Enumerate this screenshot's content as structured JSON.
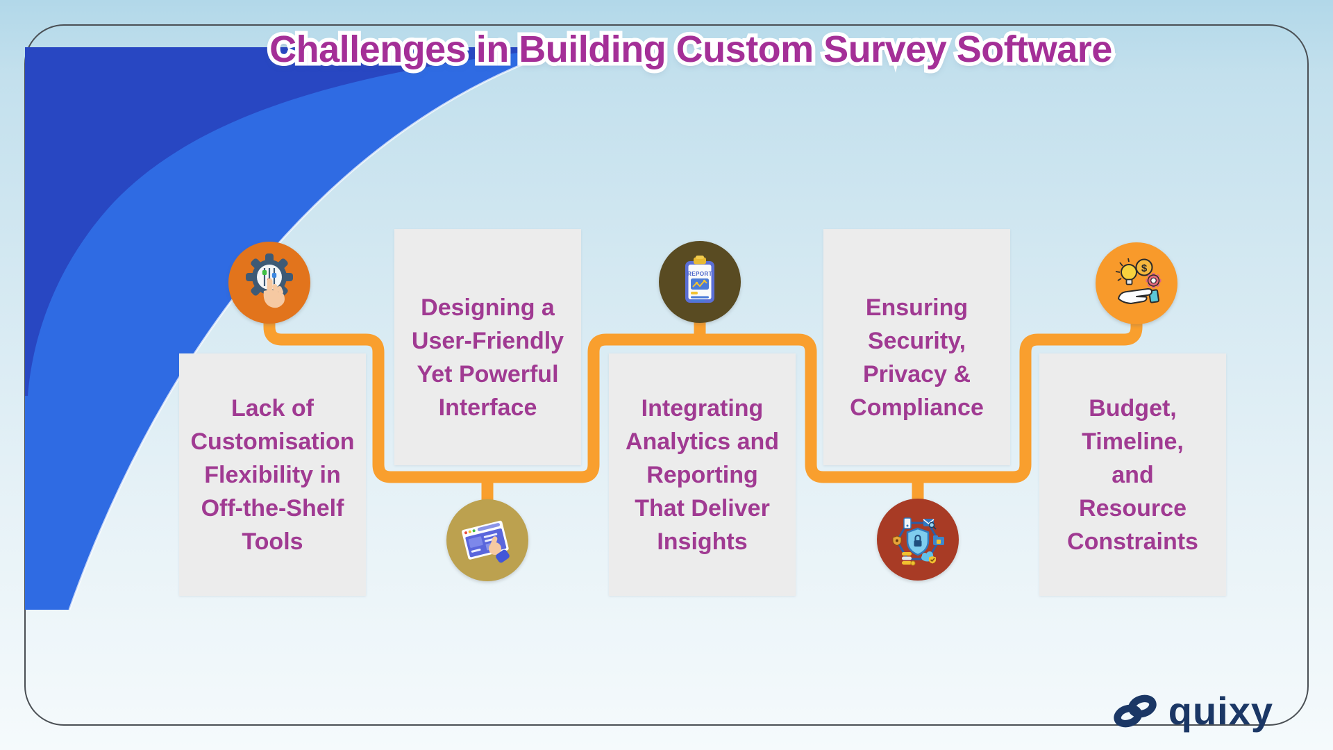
{
  "title": "Challenges in Building Custom Survey Software",
  "challenges": [
    {
      "label": "Lack of\nCustomisation\nFlexibility in\nOff-the-Shelf\nTools",
      "icon": "settings-sliders-hand"
    },
    {
      "label": "Designing a\nUser-Friendly\nYet Powerful\nInterface",
      "icon": "browser-click-hand"
    },
    {
      "label": "Integrating\nAnalytics and\nReporting\nThat Deliver\nInsights",
      "icon": "report-clipboard"
    },
    {
      "label": "Ensuring\nSecurity,\nPrivacy &\nCompliance",
      "icon": "security-shield-network"
    },
    {
      "label": "Budget,\nTimeline,\nand\nResource\nConstraints",
      "icon": "hand-money-idea-gear"
    }
  ],
  "icon_labels": {
    "report": "REPORT",
    "dollar": "$"
  },
  "logo": {
    "wordmark": "quixy"
  },
  "colors": {
    "title": "#a42f97",
    "body_text": "#a03a92",
    "connector_orange": "#f99f2e",
    "box_background": "#ececec",
    "swoosh_bright_blue": "#2f6be3",
    "swoosh_dark_blue": "#2847c2",
    "medal_1": "#e2741c",
    "medal_2": "#bca14f",
    "medal_3": "#594b22",
    "medal_4": "#a83b25",
    "medal_5": "#f89a2b",
    "logo_navy": "#1b3765",
    "background_top": "#b2d8e9",
    "background_bottom": "#f5fafc"
  }
}
